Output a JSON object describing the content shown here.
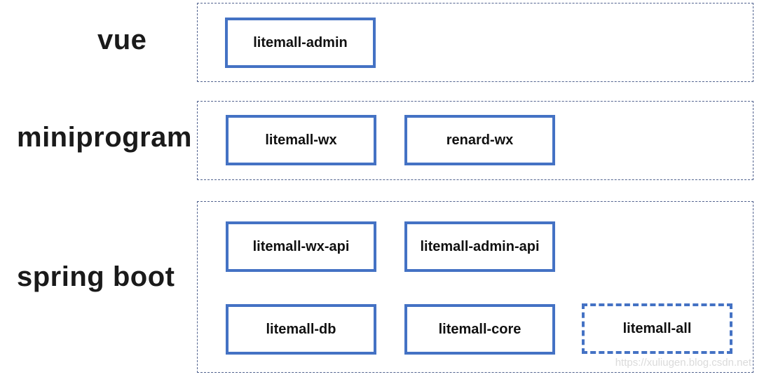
{
  "diagram": {
    "layers": [
      {
        "label": "vue",
        "modules": [
          {
            "label": "litemall-admin",
            "border": "solid"
          }
        ]
      },
      {
        "label": "miniprogram",
        "modules": [
          {
            "label": "litemall-wx",
            "border": "solid"
          },
          {
            "label": "renard-wx",
            "border": "solid"
          }
        ]
      },
      {
        "label": "spring boot",
        "modules": [
          {
            "label": "litemall-wx-api",
            "border": "solid"
          },
          {
            "label": "litemall-admin-api",
            "border": "solid"
          },
          {
            "label": "litemall-db",
            "border": "solid"
          },
          {
            "label": "litemall-core",
            "border": "solid"
          },
          {
            "label": "litemall-all",
            "border": "dashed"
          }
        ]
      }
    ],
    "watermark": "https://xuliugen.blog.csdn.net",
    "colors": {
      "module_border": "#4472C4",
      "layer_border": "#52638F",
      "text": "#1A1A1A",
      "watermark": "#DBDBDB"
    }
  }
}
